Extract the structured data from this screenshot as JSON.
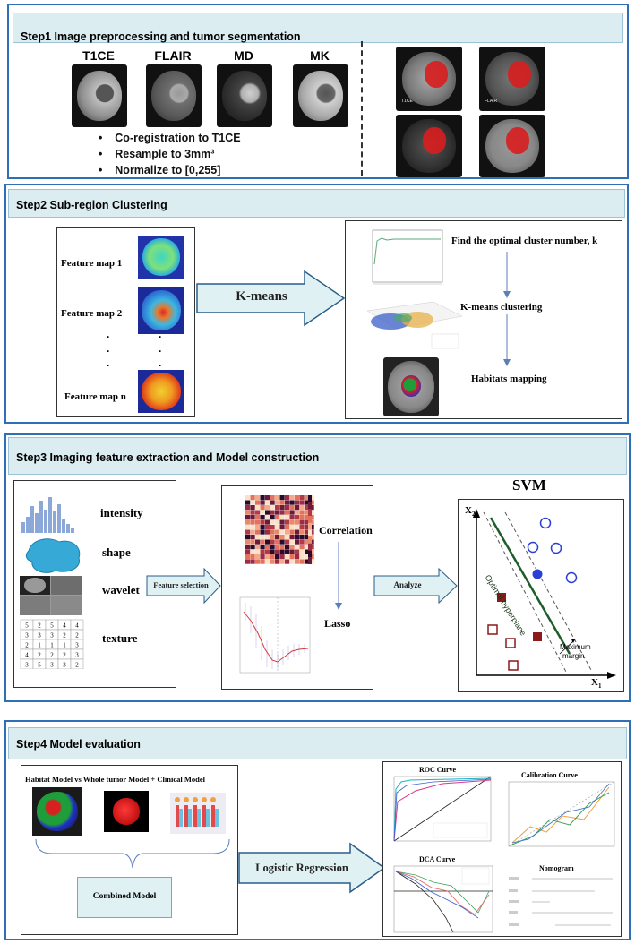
{
  "step1": {
    "title": "Step1 Image preprocessing and tumor segmentation",
    "scans": [
      "T1CE",
      "FLAIR",
      "MD",
      "MK"
    ],
    "bullets": [
      "Co-registration to T1CE",
      "Resample  to 3mm³",
      "Normalize to [0,255]"
    ],
    "seg_labels": [
      "T1CE",
      "FLAIR"
    ]
  },
  "step2": {
    "title": "Step2 Sub-region Clustering",
    "feature_maps": [
      "Feature  map 1",
      "Feature map 2",
      "Feature map n"
    ],
    "arrow_label": "K-means",
    "steps": [
      "Find the optimal cluster number, k",
      "K-means clustering",
      "Habitats mapping"
    ]
  },
  "step3": {
    "title": "Step3 Imaging feature extraction and Model construction",
    "features": [
      "intensity",
      "shape",
      "wavelet",
      "texture"
    ],
    "arrow1": "Feature selection",
    "methods": [
      "Correlation",
      "Lasso"
    ],
    "arrow2": "Analyze",
    "svm": {
      "title": "SVM",
      "x_axis": "X",
      "x_sub": "1",
      "y_axis": "X",
      "y_sub": "2",
      "hyperplane": "Optimal hyperplane",
      "margin_1": "Maximum",
      "margin_2": "margin"
    },
    "texture_grid": [
      [
        5,
        2,
        5,
        4,
        4
      ],
      [
        3,
        3,
        3,
        2,
        2
      ],
      [
        2,
        1,
        1,
        1,
        3
      ],
      [
        4,
        2,
        2,
        2,
        3
      ],
      [
        3,
        5,
        3,
        3,
        2
      ]
    ]
  },
  "step4": {
    "title": "Step4 Model evaluation",
    "models_label": "Habitat Model vs Whole tumor Model  + Clinical Model",
    "combined": "Combined Model",
    "arrow_label": "Logistic Regression",
    "plots": [
      "ROC Curve",
      "Calibration Curve",
      "DCA Curve",
      "Nomogram"
    ]
  },
  "colors": {
    "panel_border": "#2e6fb5",
    "header_bg": "#dcedf2",
    "arrow_fill": "#dff1f3",
    "svm_blue": "#2b3fd6",
    "svm_red": "#8b1a1a"
  }
}
